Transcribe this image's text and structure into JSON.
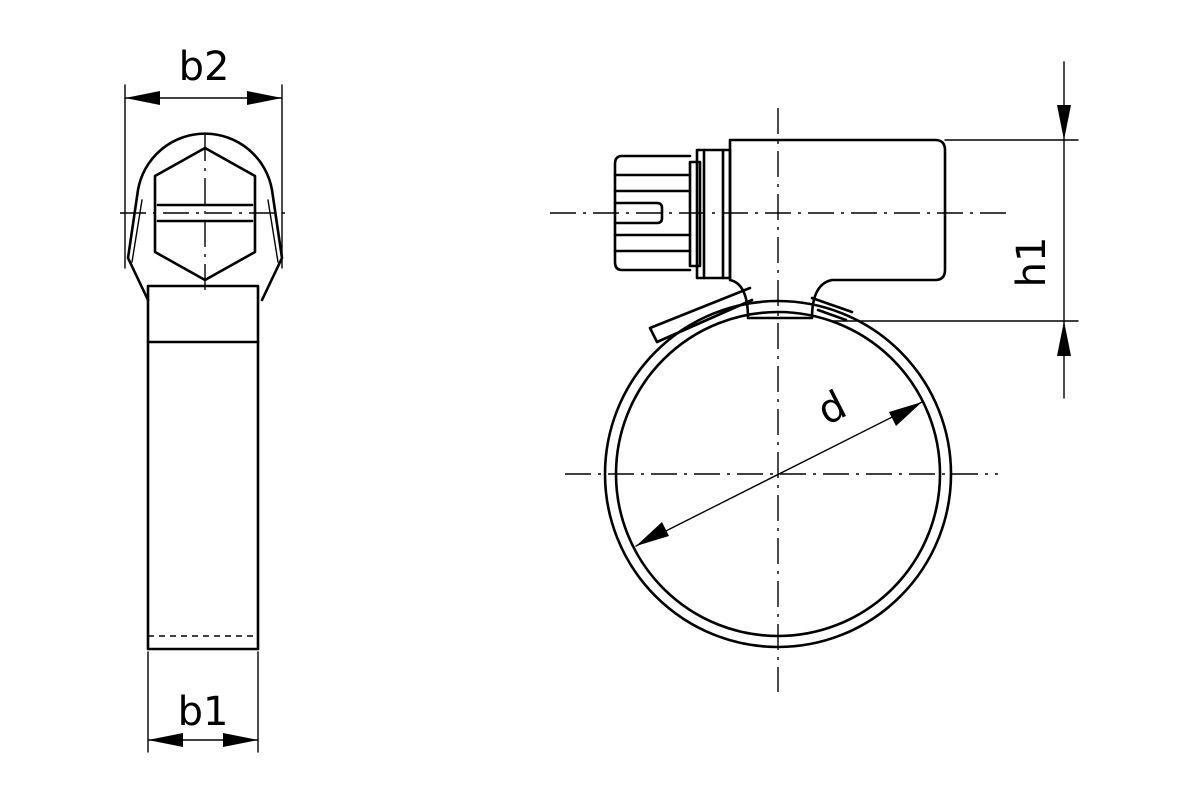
{
  "labels": {
    "b2": "b2",
    "b1": "b1",
    "h1": "h1",
    "d": "d"
  }
}
